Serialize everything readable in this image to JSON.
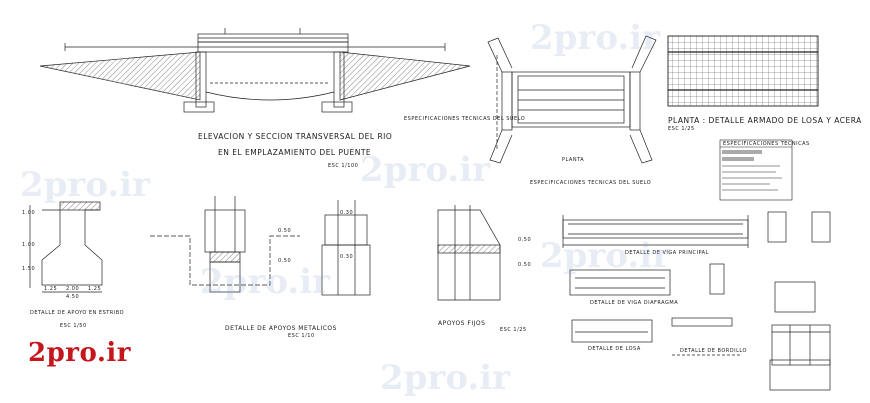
{
  "titles": {
    "elevation_l1": "ELEVACION Y SECCION TRANSVERSAL DEL RIO",
    "elevation_l2": "EN EL EMPLAZAMIENTO DEL PUENTE",
    "elevation_scale": "ESC 1/100",
    "planta": "PLANTA",
    "slab_title": "PLANTA : DETALLE ARMADO DE LOSA Y ACERA",
    "slab_scale": "ESC 1/25",
    "spec_soil_1": "ESPECIFICACIONES TECNICAS DEL SUELO",
    "spec_soil_2": "ESPECIFICACIONES TECNICAS DEL SUELO",
    "apoyo_estribo": "DETALLE DE APOYO EN ESTRIBO",
    "apoyo_estribo_scale": "ESC 1/50",
    "apoyos_metalicos": "DETALLE DE APOYOS METALICOS",
    "apoyos_metalicos_scale": "ESC 1/10",
    "apoyos_fijos": "APOYOS FIJOS",
    "apoyos_fijos_scale": "ESC 1/25",
    "viga_principal": "DETALLE DE VIGA PRINCIPAL",
    "viga_diafragma": "DETALLE DE VIGA DIAFRAGMA",
    "losa": "DETALLE DE LOSA",
    "bordillo": "DETALLE DE BORDILLO",
    "esp_tecnicas": "ESPECIFICACIONES TECNICAS"
  },
  "dims": {
    "d1": "1.00",
    "d2": "1.00",
    "d3": "1.50",
    "d4": "1.25",
    "d5": "2.00",
    "d6": "1.25",
    "d7": "4.50",
    "d8": "0.50",
    "d9": "0.50",
    "d10": "0.30",
    "d11": "0.30",
    "d12": "0.50",
    "d13": "0.50"
  },
  "watermark": "2pro.ir",
  "logo": "2pro.ir"
}
